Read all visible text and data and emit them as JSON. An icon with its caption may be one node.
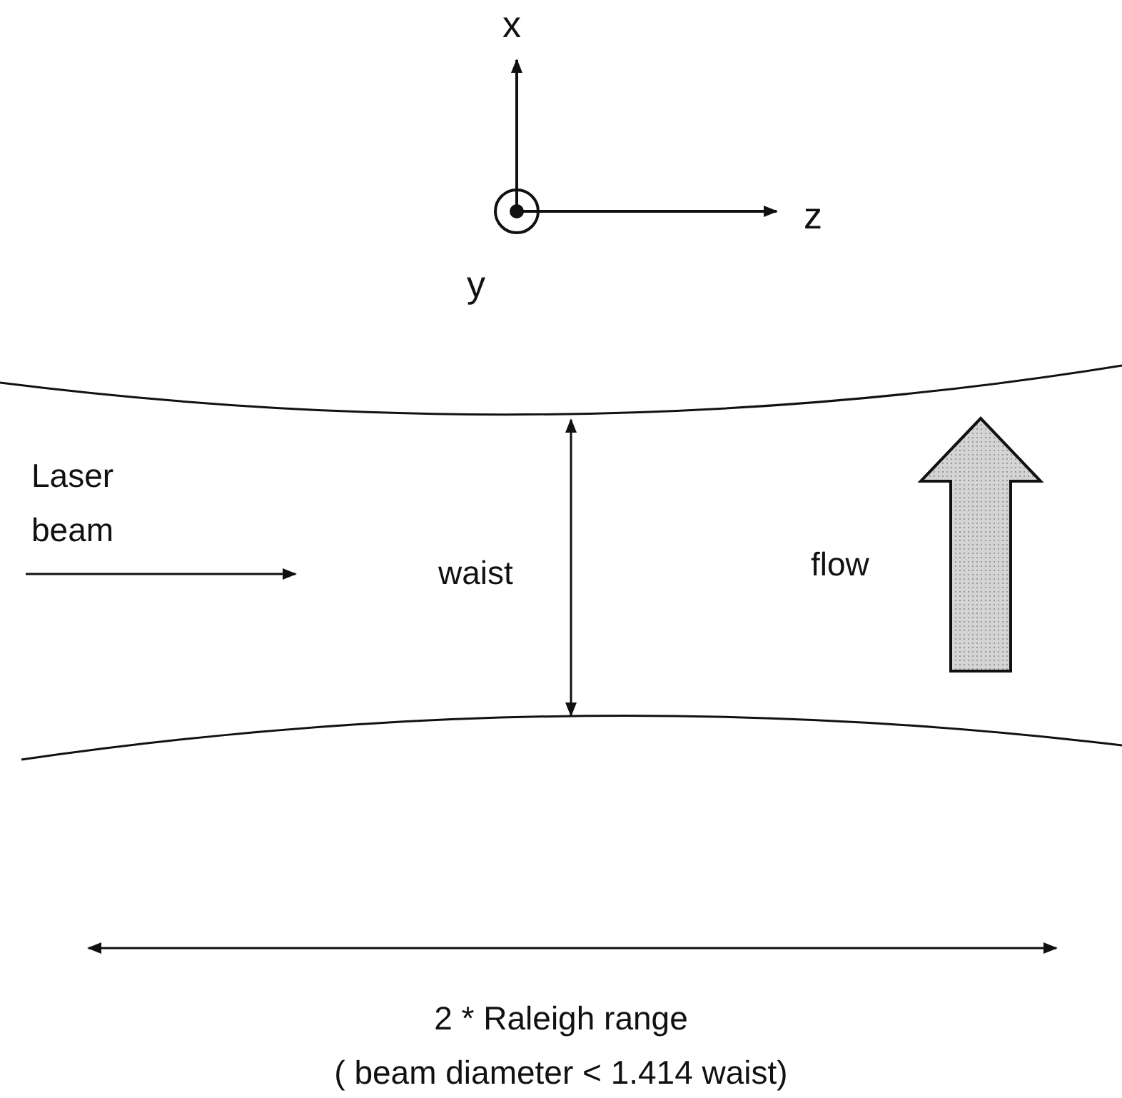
{
  "diagram": {
    "labels": [
      "x",
      "z",
      "y",
      "Laser beam",
      "flow",
      "waist",
      "2 * Raleigh range",
      "( beam diameter < 1.414 waist)"
    ]
  }
}
